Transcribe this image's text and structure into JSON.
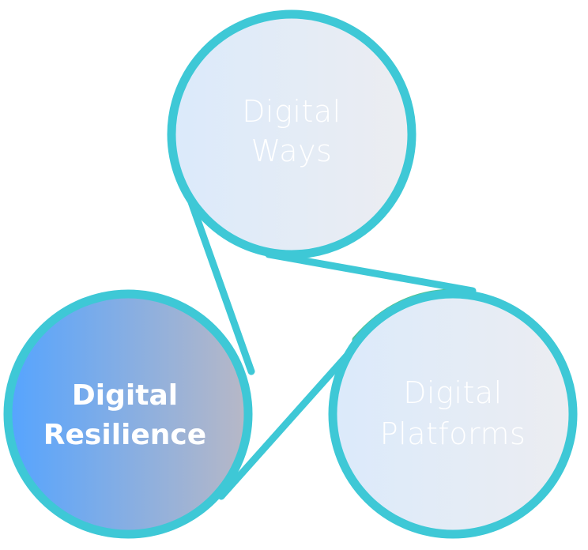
{
  "diagram": {
    "nodes": [
      {
        "id": "ways",
        "line1": "Digital",
        "line2": "Ways",
        "state": "inactive"
      },
      {
        "id": "resilience",
        "line1": "Digital",
        "line2": "Resilience",
        "state": "active"
      },
      {
        "id": "platforms",
        "line1": "Digital",
        "line2": "Platforms",
        "state": "inactive"
      }
    ],
    "colors": {
      "ring": "#3ec8d6",
      "inactive_fill_left": "#dbeafb",
      "inactive_fill_right": "#ecedf1",
      "active_fill_left": "#55a4ff",
      "active_fill_right": "#b8b8c6",
      "label": "#ffffff"
    }
  }
}
